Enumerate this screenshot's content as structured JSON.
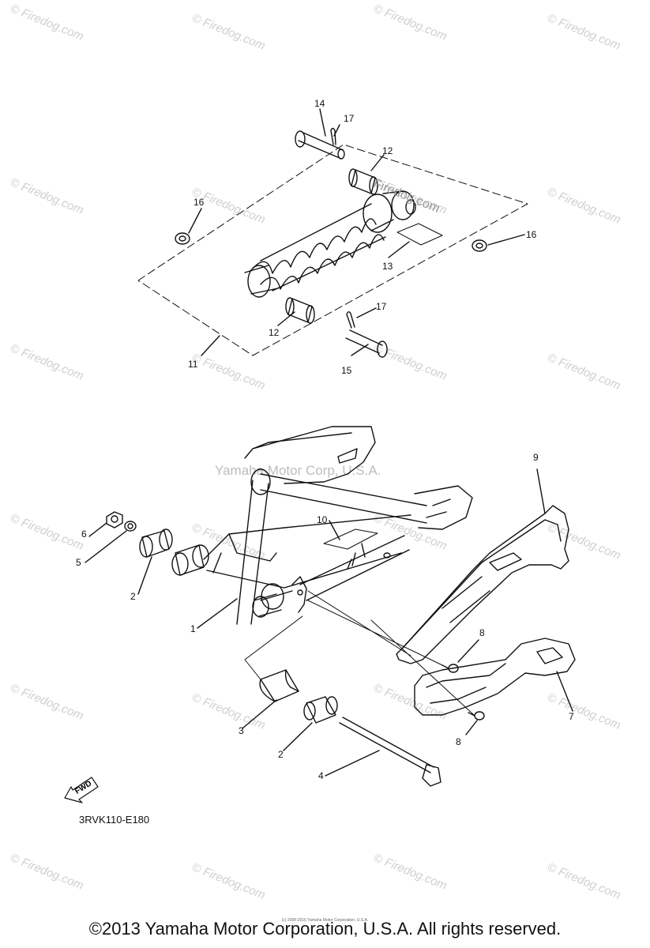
{
  "watermark": {
    "text": "© Firedog.com",
    "inline": "Firedog.com"
  },
  "corp_watermark": "Yamaha Motor Corp, U.S.A.",
  "callouts": [
    {
      "id": "c14",
      "label": "14"
    },
    {
      "id": "c17a",
      "label": "17"
    },
    {
      "id": "c12a",
      "label": "12"
    },
    {
      "id": "c16a",
      "label": "16"
    },
    {
      "id": "c16b",
      "label": "16"
    },
    {
      "id": "c13",
      "label": "13"
    },
    {
      "id": "c17b",
      "label": "17"
    },
    {
      "id": "c12b",
      "label": "12"
    },
    {
      "id": "c11",
      "label": "11"
    },
    {
      "id": "c15",
      "label": "15"
    },
    {
      "id": "c9",
      "label": "9"
    },
    {
      "id": "c10",
      "label": "10"
    },
    {
      "id": "c6",
      "label": "6"
    },
    {
      "id": "c5",
      "label": "5"
    },
    {
      "id": "c2a",
      "label": "2"
    },
    {
      "id": "c1",
      "label": "1"
    },
    {
      "id": "c8a",
      "label": "8"
    },
    {
      "id": "c7",
      "label": "7"
    },
    {
      "id": "c3",
      "label": "3"
    },
    {
      "id": "c2b",
      "label": "2"
    },
    {
      "id": "c8b",
      "label": "8"
    },
    {
      "id": "c4",
      "label": "4"
    }
  ],
  "fwd_label": "FWD",
  "diagram_code": "3RVK110-E180",
  "copyright": "©2013 Yamaha Motor Corporation, U.S.A. All rights reserved.",
  "fine_print": "(c) 2008-2016 Yamaha Motor Corporation, U.S.A."
}
